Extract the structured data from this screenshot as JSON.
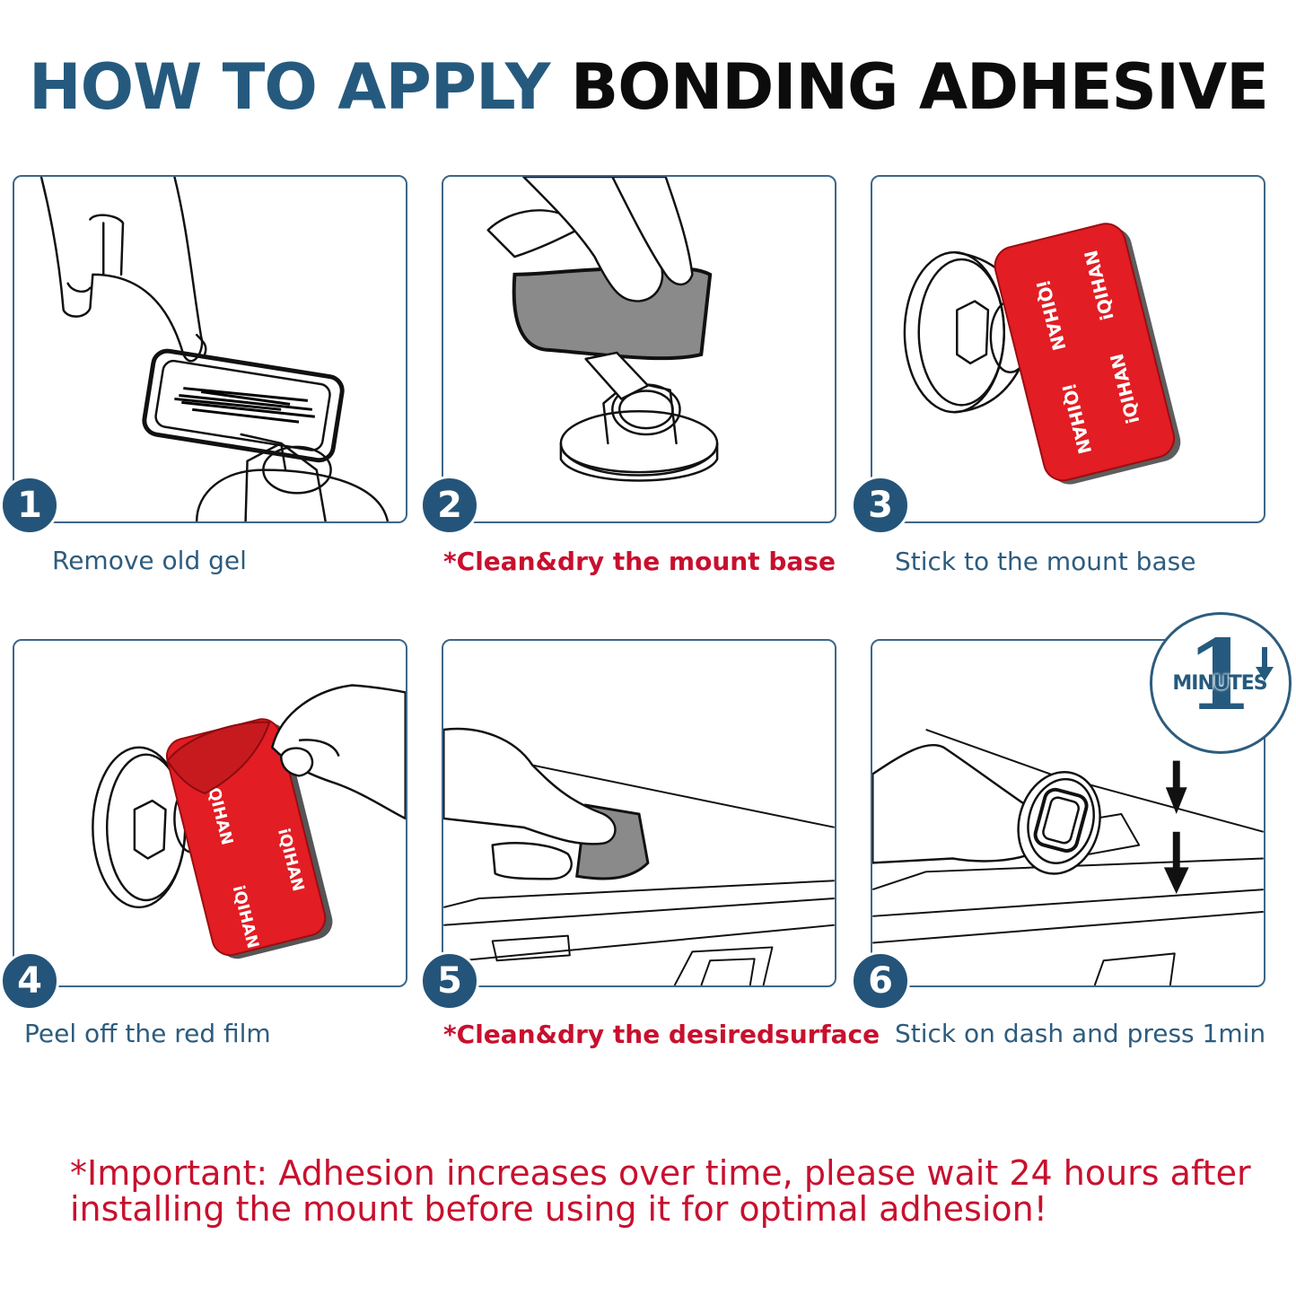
{
  "title": {
    "part1": "HOW TO APPLY",
    "part2": "BONDING ADHESIVE"
  },
  "steps": [
    {
      "number": "1",
      "caption": "Remove old gel"
    },
    {
      "number": "2",
      "caption": "*Clean&dry the mount base"
    },
    {
      "number": "3",
      "caption": "Stick to the mount base"
    },
    {
      "number": "4",
      "caption": "Peel off the red film"
    },
    {
      "number": "5",
      "caption": "*Clean&dry the desiredsurface"
    },
    {
      "number": "6",
      "caption": "Stick on dash and press 1min"
    }
  ],
  "brand_text": "iQIHAN",
  "timer": {
    "number": "1",
    "label": "MINUTES"
  },
  "important_note": "*Important: Adhesion increases over time, please wait 24 hours after installing the mount before using it for optimal adhesion!",
  "colors": {
    "accent_blue": "#255a7e",
    "warning_red": "#c8102e",
    "adhesive_red": "#e21d24"
  }
}
